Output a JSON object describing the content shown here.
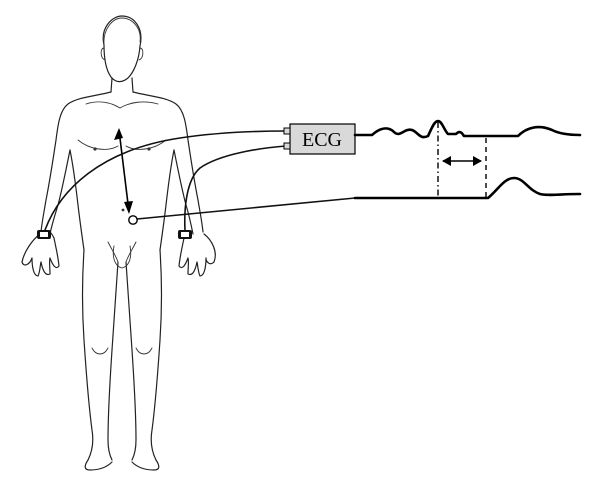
{
  "ecg_box": {
    "label": "ECG"
  },
  "colors": {
    "box_fill": "#d9d9d9",
    "ink": "#000000",
    "background": "#ffffff"
  },
  "icons": [
    "human-body-figure",
    "wrist-electrode",
    "abdominal-sensor",
    "double-headed-arrow"
  ]
}
